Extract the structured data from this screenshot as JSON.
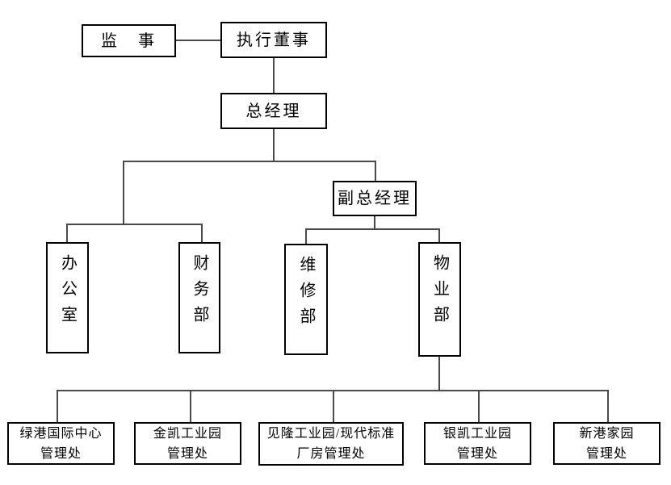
{
  "org": {
    "supervisor": "监　事",
    "executive_director": "执行董事",
    "general_manager": "总经理",
    "deputy_general_manager": "副总经理",
    "office": "办公室",
    "finance_dept": "财务部",
    "maintenance_dept": "维修部",
    "property_dept": "物业部",
    "branches": [
      {
        "line1": "绿港国际中心",
        "line2": "管理处"
      },
      {
        "line1": "金凯工业园",
        "line2": "管理处"
      },
      {
        "line1": "见隆工业园/现代标准",
        "line2": "厂房管理处"
      },
      {
        "line1": "银凯工业园",
        "line2": "管理处"
      },
      {
        "line1": "新港家园",
        "line2": "管理处"
      }
    ],
    "hierarchy": [
      {
        "from": "监事",
        "to": "执行董事",
        "type": "peer"
      },
      {
        "from": "执行董事",
        "to": "总经理"
      },
      {
        "from": "总经理",
        "to": "办公室"
      },
      {
        "from": "总经理",
        "to": "财务部"
      },
      {
        "from": "总经理",
        "to": "副总经理"
      },
      {
        "from": "副总经理",
        "to": "维修部"
      },
      {
        "from": "副总经理",
        "to": "物业部"
      },
      {
        "from": "物业部",
        "to": "绿港国际中心管理处"
      },
      {
        "from": "物业部",
        "to": "金凯工业园管理处"
      },
      {
        "from": "物业部",
        "to": "见隆工业园/现代标准厂房管理处"
      },
      {
        "from": "物业部",
        "to": "银凯工业园管理处"
      },
      {
        "from": "物业部",
        "to": "新港家园管理处"
      }
    ],
    "colors": {
      "background": "#ffffff",
      "box_border": "#000000",
      "connector": "#4a4a4a",
      "text": "#000000"
    }
  }
}
